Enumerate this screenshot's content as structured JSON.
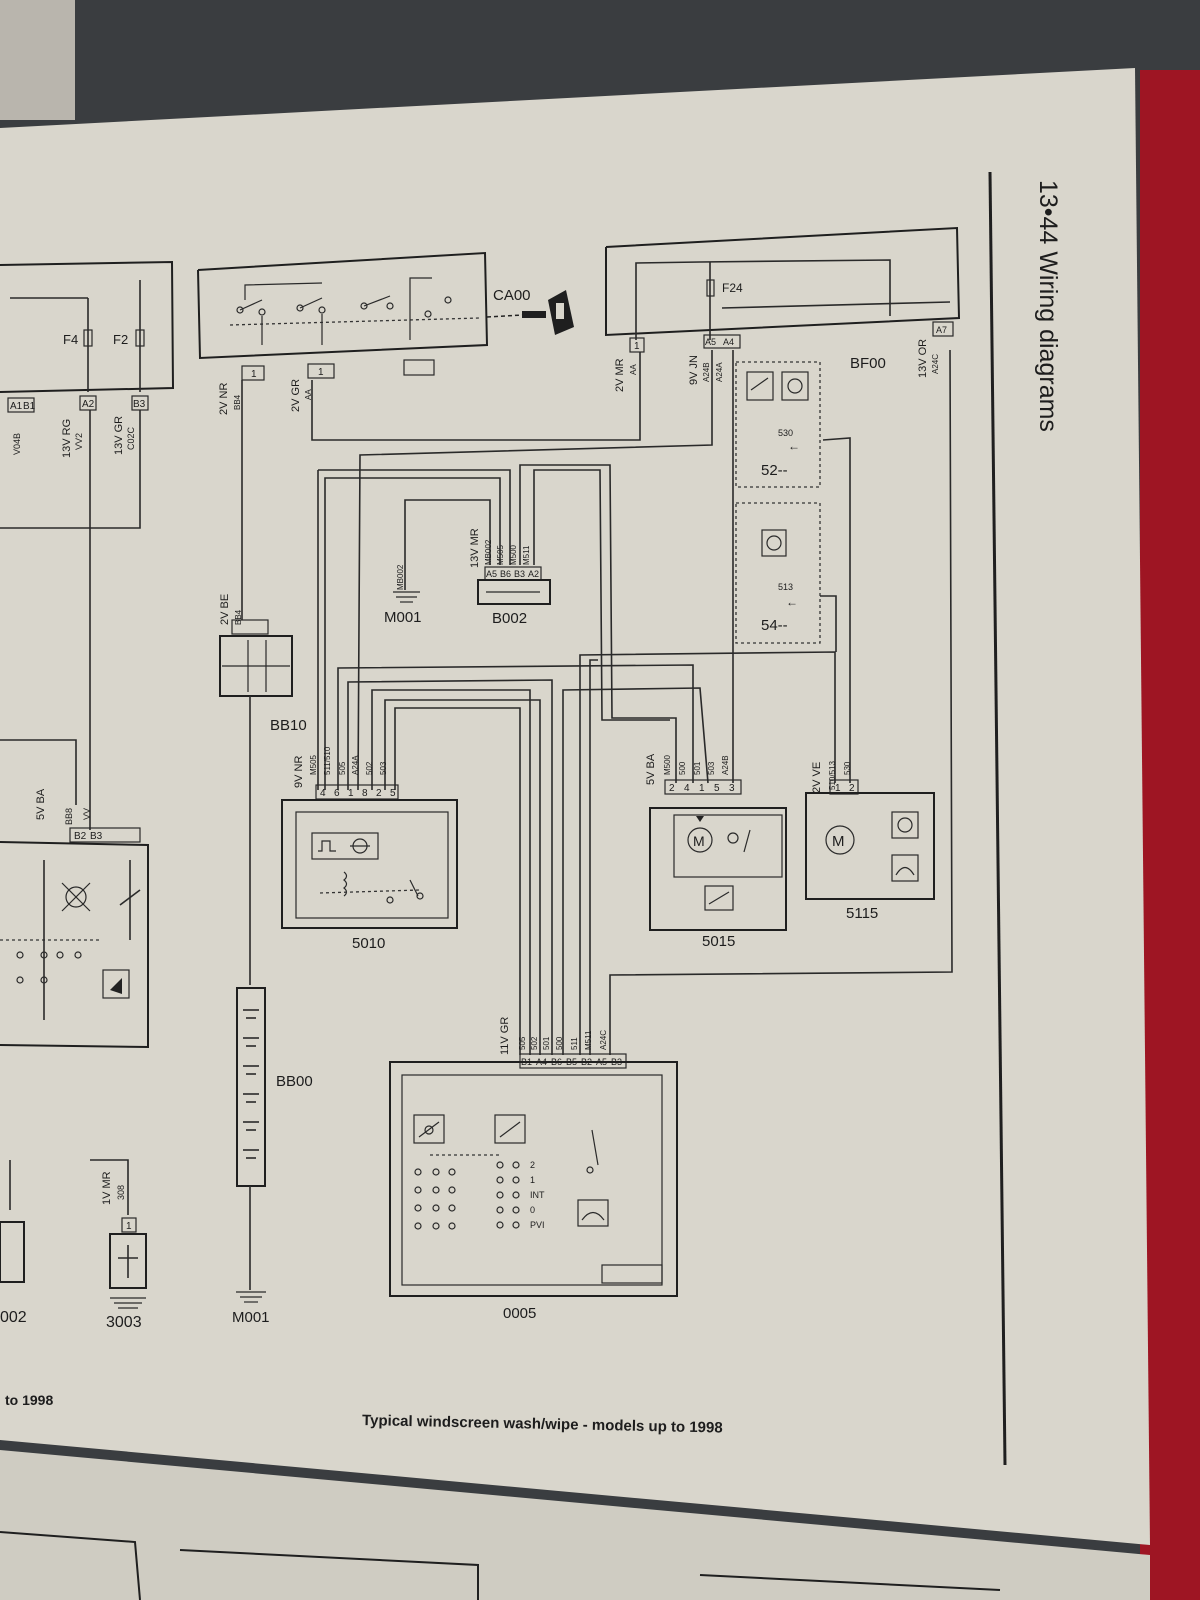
{
  "page_heading": "13•44 Wiring diagrams",
  "caption": "Typical windscreen wash/wipe - models up to 1998",
  "left_caption_fragment": "to 1998",
  "components": {
    "ca00": "CA00",
    "f24": "F24",
    "bf00": "BF00",
    "m001_top": "M001",
    "b002": "B002",
    "bb10": "BB10",
    "bb00": "BB00",
    "m001_bottom": "M001",
    "c5010": "5010",
    "c5015": "5015",
    "c5115": "5115",
    "c0005": "0005",
    "c3003": "3003",
    "c002": "002",
    "f4": "F4",
    "f2": "F2",
    "c52": "52--",
    "c54": "54--"
  },
  "wire_labels": {
    "ca00_left": "2V NR",
    "ca00_left_sub": "BB4",
    "ca00_mid": "2V GR",
    "ca00_mid_sub": "AA",
    "bb10_top": "2V BE",
    "bb10_top_sub": "BB4",
    "f24_mr": "2V MR",
    "f24_mr_sub": "AA",
    "f24_jn": "9V JN",
    "f24_jn_sub1": "A24B",
    "f24_jn_sub2": "A24A",
    "f24_or": "13V OR",
    "f24_or_sub": "A24C",
    "m001_sub": "MB002",
    "b002_top": "13V MR",
    "b002_sub": [
      "MB002",
      "M505",
      "M500",
      "M511"
    ],
    "c5010_top": "9V NR",
    "c5010_subs": [
      "M505",
      "511/510",
      "505",
      "A24A",
      "502",
      "503"
    ],
    "c5015_top": "5V BA",
    "c5015_subs": [
      "M500",
      "500",
      "501",
      "503",
      "A24B"
    ],
    "c5115_top": "2V VE",
    "c5115_subs": [
      "510/513",
      "530"
    ],
    "c0005_top": "11V GR",
    "c0005_subs": [
      "505",
      "502",
      "501",
      "500",
      "511",
      "M511",
      "A24C"
    ],
    "left_rg": "13V RG",
    "left_rg_sub": "VV2",
    "left_gr": "13V GR",
    "left_gr_sub": "C02C",
    "left_v04b": "V04B",
    "left_ba": "5V BA",
    "left_bb8": "BB8",
    "left_vv": "VV",
    "left_mr": "1V MR",
    "left_mr_sub": "308",
    "w530": "530",
    "w513": "513"
  },
  "pins": {
    "ca00_left": [
      "1"
    ],
    "ca00_mid": [
      "1"
    ],
    "f24_row": [
      "1",
      "A5",
      "A4",
      "A7"
    ],
    "b002": [
      "A5",
      "B6",
      "B3",
      "A2"
    ],
    "c5010": [
      "4",
      "6",
      "1",
      "8",
      "2",
      "5"
    ],
    "c5015": [
      "2",
      "4",
      "1",
      "5",
      "3"
    ],
    "c5115": [
      "1",
      "2"
    ],
    "c0005": [
      "B1",
      "A4",
      "B6",
      "B5",
      "B2",
      "A5",
      "B3"
    ],
    "left_top": [
      "A1",
      "B1",
      "A2",
      "B3"
    ],
    "left_mid": [
      "B2",
      "B3"
    ],
    "left_308": [
      "1"
    ]
  },
  "switch_positions": [
    "2",
    "1",
    "INT",
    "0",
    "PVI"
  ],
  "colors": {
    "paper": "#d9d6cc",
    "ink": "#1f1f1f",
    "background": "#3a3d40",
    "binding": "#b01a28"
  }
}
